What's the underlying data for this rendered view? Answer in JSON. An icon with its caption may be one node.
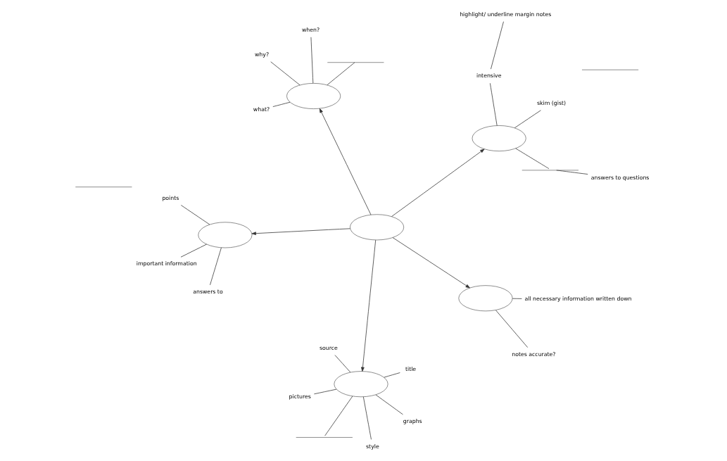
{
  "diagram": {
    "nodes": [
      {
        "text": [],
        "shape": "ellipse"
      },
      {
        "text": [],
        "shape": "ellipse"
      },
      {
        "text": [],
        "shape": "ellipse"
      },
      {
        "text": [],
        "shape": "ellipse"
      },
      {
        "text": [],
        "shape": "ellipse"
      },
      {
        "text": [],
        "shape": "ellipse"
      },
      {
        "text": [],
        "shape": "line"
      },
      {
        "text": [
          "title"
        ]
      },
      {
        "text": [
          "pictures"
        ]
      },
      {
        "text": [
          "graphs"
        ]
      },
      {
        "text": [
          "style"
        ]
      },
      {
        "text": [
          "source"
        ]
      },
      {
        "text": [
          "notes accurate?"
        ]
      },
      {
        "text": [
          "all necessary information written down"
        ]
      },
      {
        "text": [
          "when?"
        ]
      },
      {
        "text": [
          "what?"
        ]
      },
      {
        "text": [],
        "shape": "line"
      },
      {
        "text": [
          "why?"
        ]
      },
      {
        "text": [],
        "shape": "line"
      },
      {
        "text": [
          "points"
        ]
      },
      {
        "text": [
          "important information"
        ]
      },
      {
        "text": [
          "answers to"
        ]
      },
      {
        "text": [],
        "shape": "line"
      },
      {
        "text": [
          "skim (gist)"
        ]
      },
      {
        "text": [
          "intensive"
        ]
      },
      {
        "text": [],
        "shape": "line"
      },
      {
        "text": [
          "highlight/ underline margin notes"
        ]
      },
      {
        "text": [
          "answers to questions"
        ]
      }
    ],
    "edges": [
      {
        "from": 0,
        "to": 1,
        "arrow": "to"
      },
      {
        "from": 0,
        "to": 2,
        "arrow": "to"
      },
      {
        "from": 0,
        "to": 3,
        "arrow": "to"
      },
      {
        "from": 0,
        "to": 4,
        "arrow": "to"
      },
      {
        "from": 0,
        "to": 5,
        "arrow": "to"
      },
      {
        "from": 1,
        "to": 6,
        "arrow": "none"
      },
      {
        "from": 1,
        "to": 7,
        "arrow": "none"
      },
      {
        "from": 1,
        "to": 8,
        "arrow": "none"
      },
      {
        "from": 1,
        "to": 9,
        "arrow": "none"
      },
      {
        "from": 1,
        "to": 10,
        "arrow": "none"
      },
      {
        "from": 1,
        "to": 11,
        "arrow": "none"
      },
      {
        "from": 2,
        "to": 12,
        "arrow": "none"
      },
      {
        "from": 2,
        "to": 13,
        "arrow": "none"
      },
      {
        "from": 3,
        "to": 14,
        "arrow": "none"
      },
      {
        "from": 3,
        "to": 15,
        "arrow": "none"
      },
      {
        "from": 3,
        "to": 16,
        "arrow": "none"
      },
      {
        "from": 3,
        "to": 17,
        "arrow": "none"
      },
      {
        "from": 4,
        "to": 19,
        "arrow": "none"
      },
      {
        "from": 4,
        "to": 20,
        "arrow": "none"
      },
      {
        "from": 4,
        "to": 21,
        "arrow": "none"
      },
      {
        "from": 5,
        "to": 23,
        "arrow": "none"
      },
      {
        "from": 5,
        "to": 24,
        "arrow": "none"
      },
      {
        "from": 5,
        "to": 25,
        "arrow": "none"
      },
      {
        "from": 24,
        "to": 26,
        "arrow": "none"
      },
      {
        "from": 25,
        "to": 27,
        "arrow": "none"
      }
    ]
  }
}
